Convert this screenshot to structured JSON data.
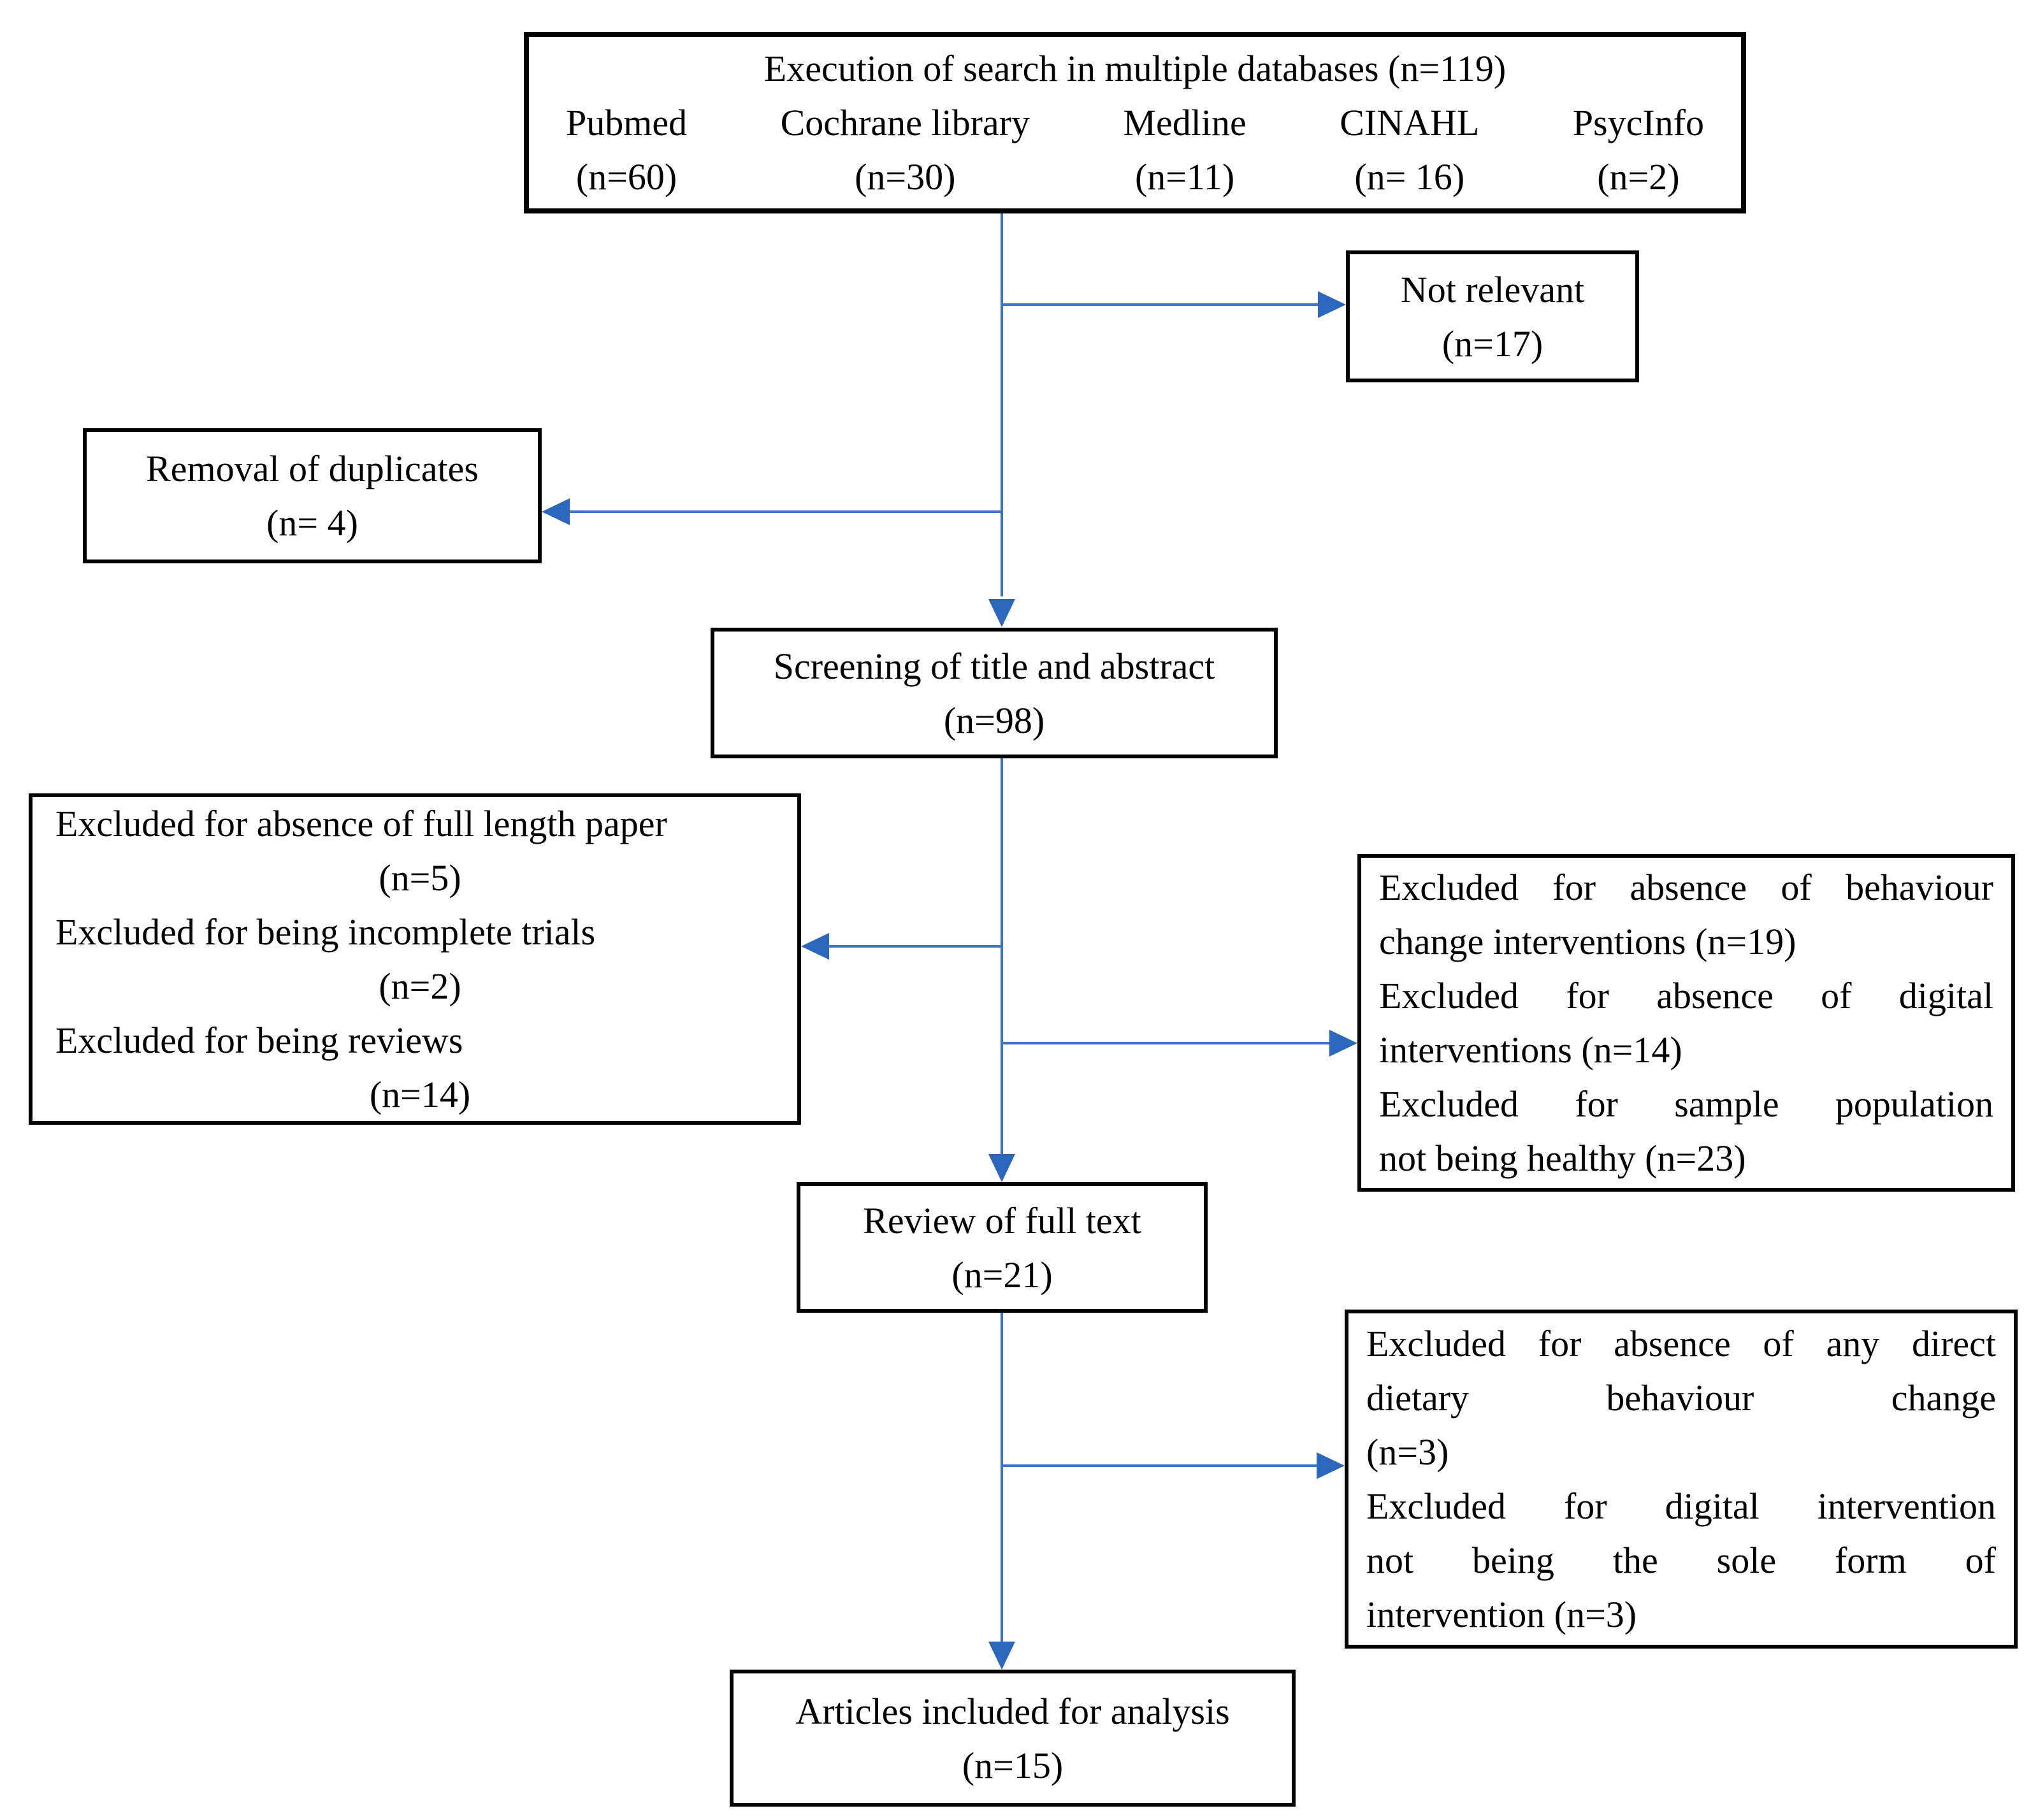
{
  "colors": {
    "arrow_line": "#3b74c9",
    "arrow_head": "#2a67bd",
    "box_border": "#000000",
    "text": "#000000",
    "background": "#ffffff"
  },
  "nodes": {
    "search": {
      "title": "Execution of search in multiple databases (n=119)",
      "databases": [
        {
          "name": "Pubmed",
          "count": "(n=60)"
        },
        {
          "name": "Cochrane library",
          "count": "(n=30)"
        },
        {
          "name": "Medline",
          "count": "(n=11)"
        },
        {
          "name": "CINAHL",
          "count": "(n= 16)"
        },
        {
          "name": "PsycInfo",
          "count": "(n=2)"
        }
      ]
    },
    "not_relevant": {
      "label": "Not relevant",
      "count": "(n=17)"
    },
    "duplicates": {
      "label": "Removal of duplicates",
      "count": "(n= 4)"
    },
    "screening": {
      "label": "Screening of title and abstract",
      "count": "(n=98)"
    },
    "excluded_title_abstract_left": {
      "items": [
        {
          "label": "Excluded for absence of full length paper",
          "count": "(n=5)"
        },
        {
          "label": "Excluded for being incomplete trials",
          "count": "(n=2)"
        },
        {
          "label": "Excluded for being reviews",
          "count": "(n=14)"
        }
      ]
    },
    "excluded_title_abstract_right": {
      "lines": [
        "Excluded for absence of behaviour",
        "change interventions (n=19)",
        "Excluded for absence of digital",
        "interventions (n=14)",
        "Excluded for sample population",
        "not being healthy (n=23)"
      ]
    },
    "review": {
      "label": "Review of full text",
      "count": "(n=21)"
    },
    "excluded_full_text": {
      "lines": [
        "Excluded for absence of any direct",
        "dietary behaviour change",
        "(n=3)",
        "Excluded for digital intervention",
        "not being the sole form of",
        "intervention (n=3)"
      ]
    },
    "articles": {
      "label": "Articles included for analysis",
      "count": "(n=15)"
    }
  }
}
